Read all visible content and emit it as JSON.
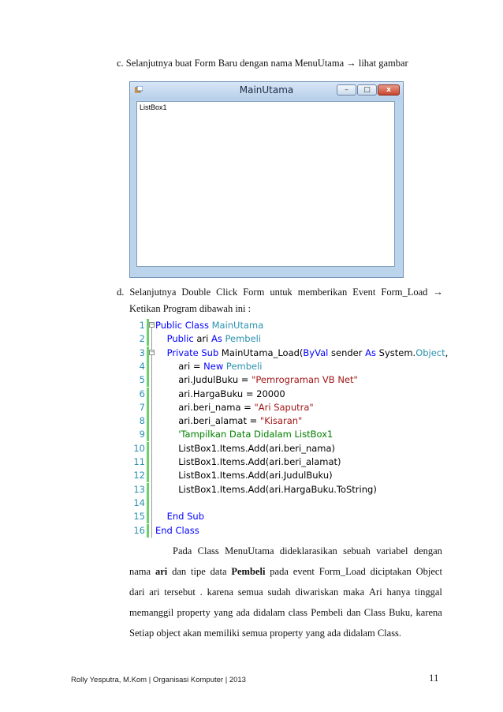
{
  "item_c": {
    "text": "c.  Selanjutnya  buat Form Baru dengan nama MenuUtama  →  lihat  gambar"
  },
  "window": {
    "title": "MainUtama",
    "min_glyph": "–",
    "max_glyph": "□",
    "close_glyph": "x",
    "listbox_label": "ListBox1"
  },
  "item_d": {
    "words": [
      "d.",
      "Selanjutnya",
      "Double",
      "Click",
      "Form",
      "untuk",
      "memberikan",
      "Event",
      "Form_Load",
      "→"
    ],
    "line2": "Ketikan Program dibawah ini :"
  },
  "code": {
    "lines": [
      {
        "num": "1",
        "tokens": [
          {
            "t": "Public Class ",
            "c": "kw"
          },
          {
            "t": "MainUtama",
            "c": "ty"
          }
        ]
      },
      {
        "num": "2",
        "tokens": [
          {
            "t": "    ",
            "c": "tx"
          },
          {
            "t": "Public ",
            "c": "kw"
          },
          {
            "t": "ari ",
            "c": "tx"
          },
          {
            "t": "As ",
            "c": "kw"
          },
          {
            "t": "Pembeli",
            "c": "ty"
          }
        ]
      },
      {
        "num": "3",
        "tokens": [
          {
            "t": "    ",
            "c": "tx"
          },
          {
            "t": "Private Sub ",
            "c": "kw"
          },
          {
            "t": "MainUtama_Load(",
            "c": "tx"
          },
          {
            "t": "ByVal ",
            "c": "kw"
          },
          {
            "t": "sender ",
            "c": "tx"
          },
          {
            "t": "As ",
            "c": "kw"
          },
          {
            "t": "System.",
            "c": "tx"
          },
          {
            "t": "Object",
            "c": "ty"
          },
          {
            "t": ",",
            "c": "tx"
          }
        ]
      },
      {
        "num": "4",
        "tokens": [
          {
            "t": "        ari = ",
            "c": "tx"
          },
          {
            "t": "New ",
            "c": "kw"
          },
          {
            "t": "Pembeli",
            "c": "ty"
          }
        ]
      },
      {
        "num": "5",
        "tokens": [
          {
            "t": "        ari.JudulBuku = ",
            "c": "tx"
          },
          {
            "t": "\"Pemrograman VB Net\"",
            "c": "st"
          }
        ]
      },
      {
        "num": "6",
        "tokens": [
          {
            "t": "        ari.HargaBuku = 20000",
            "c": "tx"
          }
        ]
      },
      {
        "num": "7",
        "tokens": [
          {
            "t": "        ari.beri_nama = ",
            "c": "tx"
          },
          {
            "t": "\"Ari Saputra\"",
            "c": "st"
          }
        ]
      },
      {
        "num": "8",
        "tokens": [
          {
            "t": "        ari.beri_alamat = ",
            "c": "tx"
          },
          {
            "t": "\"Kisaran\"",
            "c": "st"
          }
        ]
      },
      {
        "num": "9",
        "tokens": [
          {
            "t": "        'Tampilkan Data Didalam ListBox1",
            "c": "cm"
          }
        ]
      },
      {
        "num": "10",
        "tokens": [
          {
            "t": "        ListBox1.Items.Add(ari.beri_nama)",
            "c": "tx"
          }
        ]
      },
      {
        "num": "11",
        "tokens": [
          {
            "t": "        ListBox1.Items.Add(ari.beri_alamat)",
            "c": "tx"
          }
        ]
      },
      {
        "num": "12",
        "tokens": [
          {
            "t": "        ListBox1.Items.Add(ari.JudulBuku)",
            "c": "tx"
          }
        ]
      },
      {
        "num": "13",
        "tokens": [
          {
            "t": "        ListBox1.Items.Add(ari.HargaBuku.ToString)",
            "c": "tx"
          }
        ]
      },
      {
        "num": "14",
        "tokens": []
      },
      {
        "num": "15",
        "tokens": [
          {
            "t": "    ",
            "c": "tx"
          },
          {
            "t": "End Sub",
            "c": "kw"
          }
        ]
      },
      {
        "num": "16",
        "tokens": [
          {
            "t": "End Class",
            "c": "kw"
          }
        ]
      }
    ]
  },
  "explanation": {
    "l1": [
      "Pada",
      "Class",
      "MenuUtama",
      "dideklarasikan",
      "sebuah",
      "variabel",
      "dengan"
    ],
    "l2": [
      "nama",
      "ari",
      "dan",
      "tipe",
      "data",
      "Pembeli",
      "pada",
      "event",
      "Form_Load",
      "diciptakan",
      "Object"
    ],
    "l3": [
      "dari",
      "ari",
      "tersebut",
      ".",
      "karena",
      "semua",
      "sudah",
      "diwariskan",
      "maka",
      "Ari",
      "hanya",
      "tinggal"
    ],
    "l4": [
      "memanggil",
      "property",
      "yang",
      "ada",
      "didalam",
      "class",
      "Pembeli",
      "dan",
      "Class",
      "Buku,",
      "karena"
    ],
    "l5": "Setiap object akan memiliki  semua property yang ada didalam  Class."
  },
  "footer": {
    "left": "Rolly Yesputra, M.Kom | Organisasi Komputer | 2013",
    "page": "11"
  }
}
